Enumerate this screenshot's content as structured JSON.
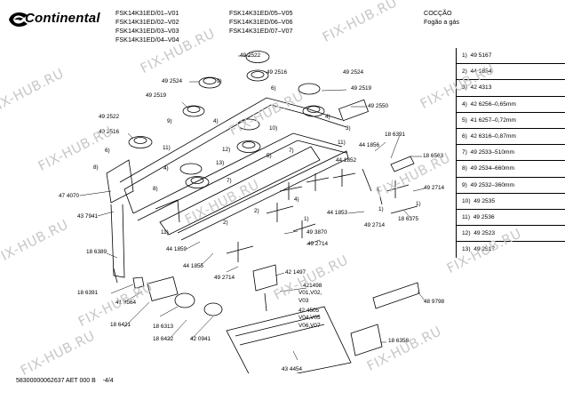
{
  "header": {
    "brand": "Continental",
    "models_col1": [
      "FSK14K31ED/01–V01",
      "FSK14K31ED/02–V02",
      "FSK14K31ED/03–V03",
      "FSK14K31ED/04–V04"
    ],
    "models_col2": [
      "FSK14K31ED/05–V05",
      "FSK14K31ED/06–V06",
      "FSK14K31ED/07–V07"
    ],
    "category": [
      "COCÇÃO",
      "Fogão a gás"
    ]
  },
  "parts_list": [
    {
      "no": "1)",
      "part": "49 5167"
    },
    {
      "no": "2)",
      "part": "44 1854"
    },
    {
      "no": "3)",
      "part": "42 4313"
    },
    {
      "no": "4)",
      "part": "42 6256–0,65mm"
    },
    {
      "no": "5)",
      "part": "41 6257–0,72mm"
    },
    {
      "no": "6)",
      "part": "42 6316–0,87mm"
    },
    {
      "no": "7)",
      "part": "49 2533–510mm"
    },
    {
      "no": "8)",
      "part": "49 2534–660mm"
    },
    {
      "no": "9)",
      "part": "49 2532–360mm"
    },
    {
      "no": "10)",
      "part": "49 2535"
    },
    {
      "no": "11)",
      "part": "49 2536"
    },
    {
      "no": "12)",
      "part": "49 2523"
    },
    {
      "no": "13)",
      "part": "49 2517"
    }
  ],
  "callouts": [
    {
      "id": "c1",
      "text": "49 2522"
    },
    {
      "id": "c2",
      "text": "49 2524"
    },
    {
      "id": "c3",
      "text": "49 2516"
    },
    {
      "id": "c4",
      "text": "49 2524"
    },
    {
      "id": "c5",
      "text": "49 2519"
    },
    {
      "id": "c6",
      "text": "49 2519"
    },
    {
      "id": "c7",
      "text": "49 2550"
    },
    {
      "id": "c8",
      "text": "49 2522"
    },
    {
      "id": "c9",
      "text": "49 2516"
    },
    {
      "id": "c10",
      "text": "47 4070"
    },
    {
      "id": "c11",
      "text": "43 7941"
    },
    {
      "id": "c12",
      "text": "44 1856"
    },
    {
      "id": "c13",
      "text": "18 6391"
    },
    {
      "id": "c14",
      "text": "44 1852"
    },
    {
      "id": "c15",
      "text": "18 6563"
    },
    {
      "id": "c16",
      "text": "49 2714"
    },
    {
      "id": "c17",
      "text": "18 6375"
    },
    {
      "id": "c18",
      "text": "44 1853"
    },
    {
      "id": "c19",
      "text": "49 2714"
    },
    {
      "id": "c20",
      "text": "49 3870"
    },
    {
      "id": "c21",
      "text": "49 2714"
    },
    {
      "id": "c22",
      "text": "44 1859"
    },
    {
      "id": "c23",
      "text": "44 1855"
    },
    {
      "id": "c24",
      "text": "49 2714"
    },
    {
      "id": "c25",
      "text": "18 6389"
    },
    {
      "id": "c26",
      "text": "18 6391"
    },
    {
      "id": "c27",
      "text": "41 8564"
    },
    {
      "id": "c28",
      "text": "18 6421"
    },
    {
      "id": "c29",
      "text": "18 6313"
    },
    {
      "id": "c30",
      "text": "18 6422"
    },
    {
      "id": "c31",
      "text": "42 0941"
    },
    {
      "id": "c32",
      "text": "42 1497"
    },
    {
      "id": "c33",
      "text": "421498"
    },
    {
      "id": "c34",
      "text": "V01,V02,"
    },
    {
      "id": "c35",
      "text": "V03"
    },
    {
      "id": "c36",
      "text": "42 4505"
    },
    {
      "id": "c37",
      "text": "V04,V05"
    },
    {
      "id": "c38",
      "text": "V06,V07"
    },
    {
      "id": "c39",
      "text": "48 9798"
    },
    {
      "id": "c40",
      "text": "18 6358"
    },
    {
      "id": "c41",
      "text": "43 4454"
    }
  ],
  "ref_marks": [
    {
      "id": "r1",
      "text": "9)"
    },
    {
      "id": "r2",
      "text": "6)"
    },
    {
      "id": "r3",
      "text": "4)"
    },
    {
      "id": "r4",
      "text": "9)"
    },
    {
      "id": "r5",
      "text": "4)"
    },
    {
      "id": "r6",
      "text": "11)"
    },
    {
      "id": "r7",
      "text": "6)"
    },
    {
      "id": "r8",
      "text": "8)"
    },
    {
      "id": "r9",
      "text": "4)"
    },
    {
      "id": "r10",
      "text": "12)"
    },
    {
      "id": "r11",
      "text": "13)"
    },
    {
      "id": "r12",
      "text": "5)"
    },
    {
      "id": "r13",
      "text": "10)"
    },
    {
      "id": "r14",
      "text": "7)"
    },
    {
      "id": "r15",
      "text": "3)"
    },
    {
      "id": "r16",
      "text": "11)"
    },
    {
      "id": "r17",
      "text": "7)"
    },
    {
      "id": "r18",
      "text": "8)"
    },
    {
      "id": "r19",
      "text": "11)"
    },
    {
      "id": "r20",
      "text": "2)"
    },
    {
      "id": "r21",
      "text": "1)"
    },
    {
      "id": "r22",
      "text": "1)"
    },
    {
      "id": "r23",
      "text": "1)"
    },
    {
      "id": "r24",
      "text": "4)"
    },
    {
      "id": "r25",
      "text": "2)"
    }
  ],
  "footer": {
    "code": "58300000062637 AET 000 B",
    "page": "-4/4"
  },
  "watermark": "FIX-HUB.RU"
}
